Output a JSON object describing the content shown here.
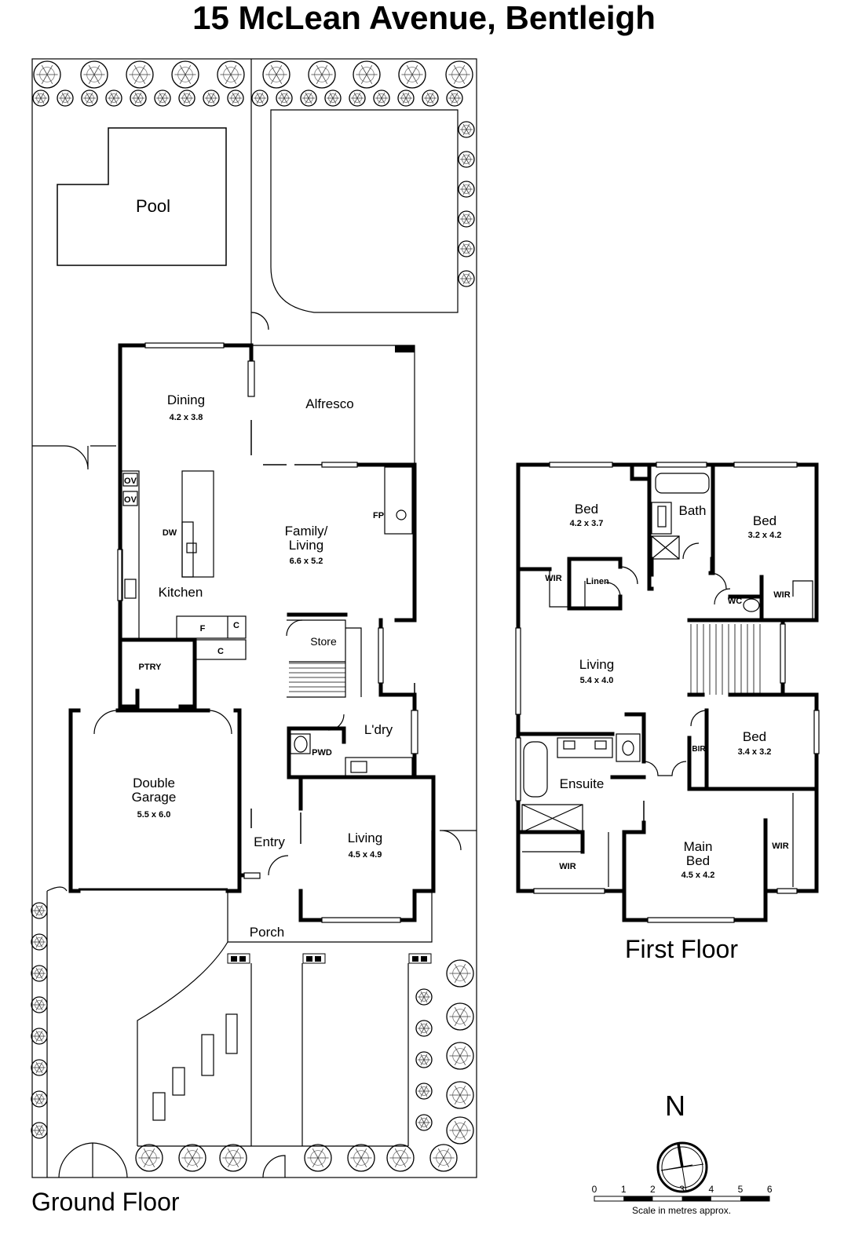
{
  "title": "15 McLean Avenue, Bentleigh",
  "ground_floor": {
    "label": "Ground Floor",
    "rooms": {
      "pool": "Pool",
      "dining": {
        "name": "Dining",
        "dim": "4.2 x 3.8"
      },
      "alfresco": "Alfresco",
      "family": {
        "name1": "Family/",
        "name2": "Living",
        "dim": "6.6 x 5.2"
      },
      "fp": "FP",
      "ov1": "OV",
      "ov2": "OV",
      "dw": "DW",
      "kitchen": "Kitchen",
      "fridge": "F",
      "c1": "C",
      "c2": "C",
      "pantry": "PTRY",
      "store": "Store",
      "laundry": "L'dry",
      "powder": "PWD",
      "garage": {
        "name1": "Double",
        "name2": "Garage",
        "dim": "5.5 x 6.0"
      },
      "entry": "Entry",
      "living": {
        "name": "Living",
        "dim": "4.5 x 4.9"
      },
      "porch": "Porch"
    }
  },
  "first_floor": {
    "label": "First Floor",
    "rooms": {
      "bed1": {
        "name": "Bed",
        "dim": "4.2 x 3.7"
      },
      "bath": "Bath",
      "bed2": {
        "name": "Bed",
        "dim": "3.2 x 4.2"
      },
      "wir1": "WIR",
      "linen": "Linen",
      "wc": "WC",
      "wir2": "WIR",
      "living": {
        "name": "Living",
        "dim": "5.4 x 4.0"
      },
      "bed3": {
        "name": "Bed",
        "dim": "3.4 x 3.2"
      },
      "bir": "BIR",
      "ensuite": "Ensuite",
      "main_bed": {
        "name1": "Main",
        "name2": "Bed",
        "dim": "4.5 x 4.2"
      },
      "wir3": "WIR",
      "wir4": "WIR"
    }
  },
  "compass": {
    "label": "N"
  },
  "scale": {
    "ticks": [
      "0",
      "1",
      "2",
      "3",
      "4",
      "5",
      "6"
    ],
    "caption": "Scale in metres approx."
  }
}
